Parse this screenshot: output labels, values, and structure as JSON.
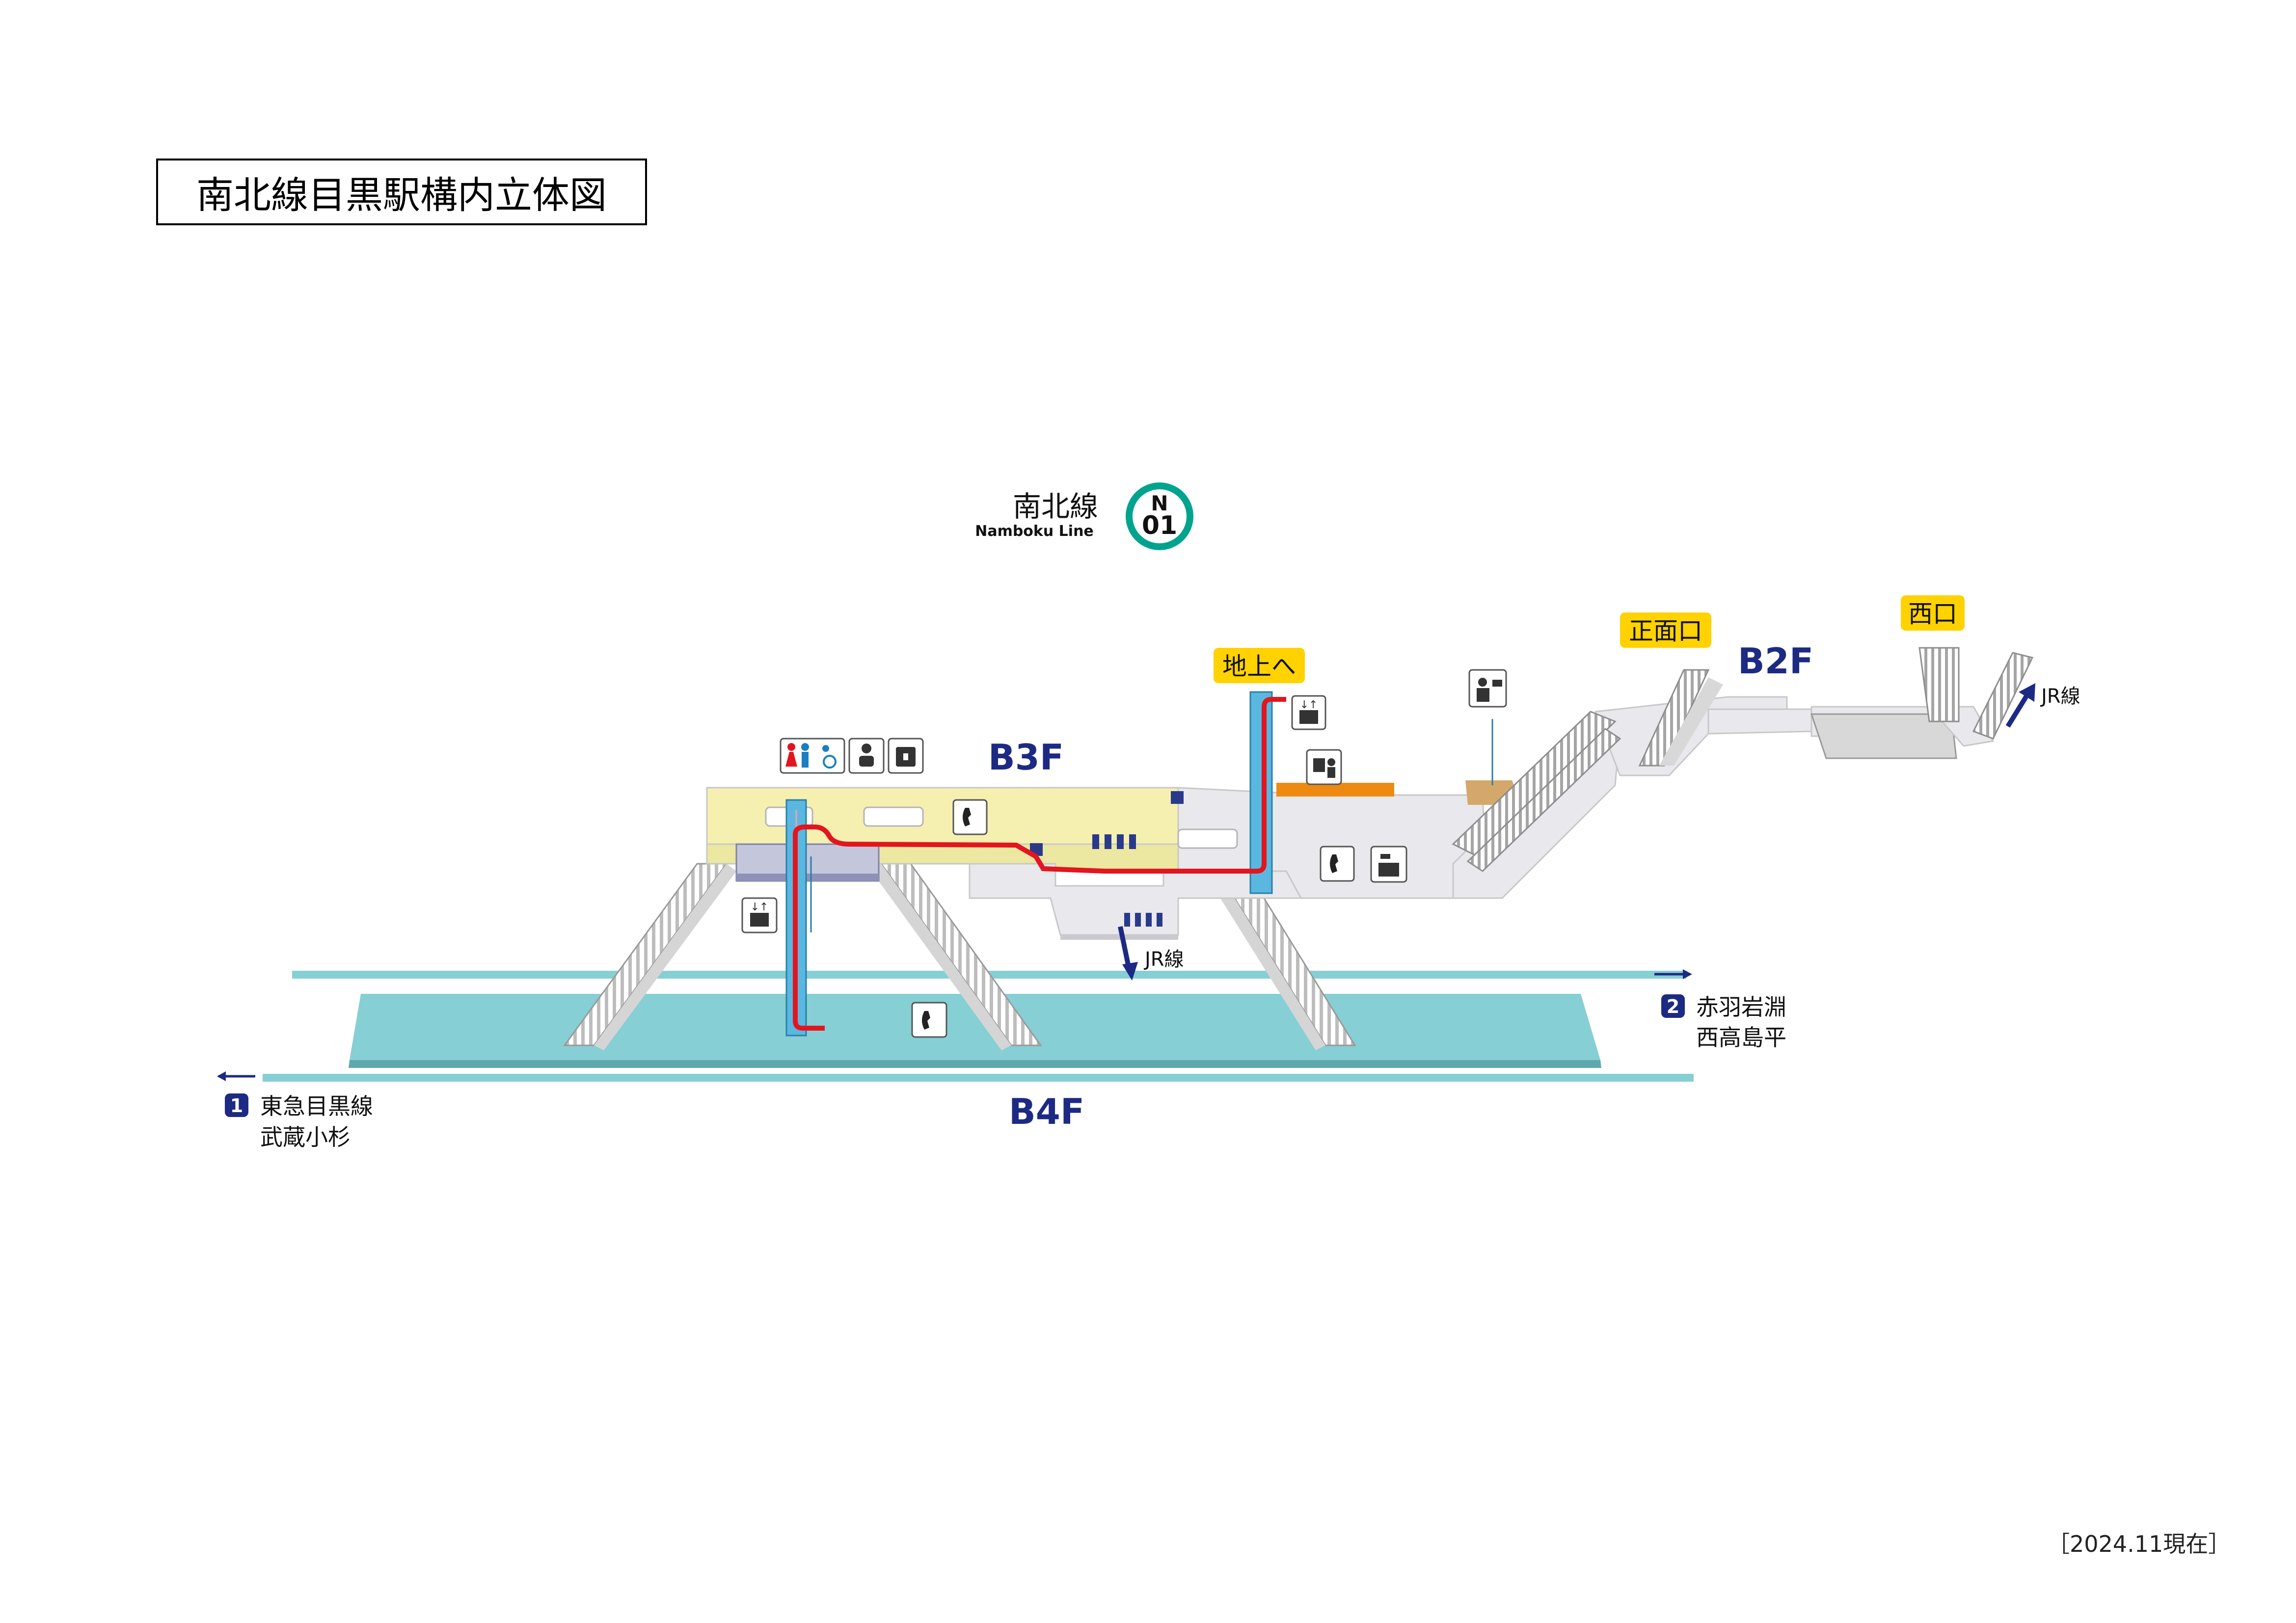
{
  "title": "南北線目黒駅構内立体図",
  "line": {
    "name_ja": "南北線",
    "name_en": "Namboku Line",
    "code_letter": "N",
    "code_number": "01",
    "color": "#00a48e"
  },
  "floors": {
    "b2f": "B2F",
    "b3f": "B3F",
    "b4f": "B4F"
  },
  "exits": {
    "main": "正面口",
    "west": "西口",
    "to_ground": "地上へ"
  },
  "transfers": {
    "jr_line": "JR線"
  },
  "directions": {
    "track1": {
      "number": "1",
      "line1": "東急目黒線",
      "line2": "武蔵小杉"
    },
    "track2": {
      "number": "2",
      "line1": "赤羽岩淵",
      "line2": "西高島平"
    }
  },
  "as_of": "［2024.11現在］",
  "colors": {
    "platform": "#86cfd4",
    "concourse_yellow": "#f5f0b0",
    "floor_gray": "#e9e8ec",
    "route": "#e3151f",
    "navy": "#1d2a84",
    "label_yellow": "#ffd200",
    "elevator": "#5ab8e0",
    "ticket_gate": "#ee8a12"
  },
  "icons": [
    "toilet-icon",
    "accessible-icon",
    "baby-care-icon",
    "ostomate-icon",
    "elevator-icon",
    "telephone-icon",
    "station-office-icon",
    "ticket-machine-icon",
    "coin-locker-icon",
    "escalator-icon"
  ]
}
